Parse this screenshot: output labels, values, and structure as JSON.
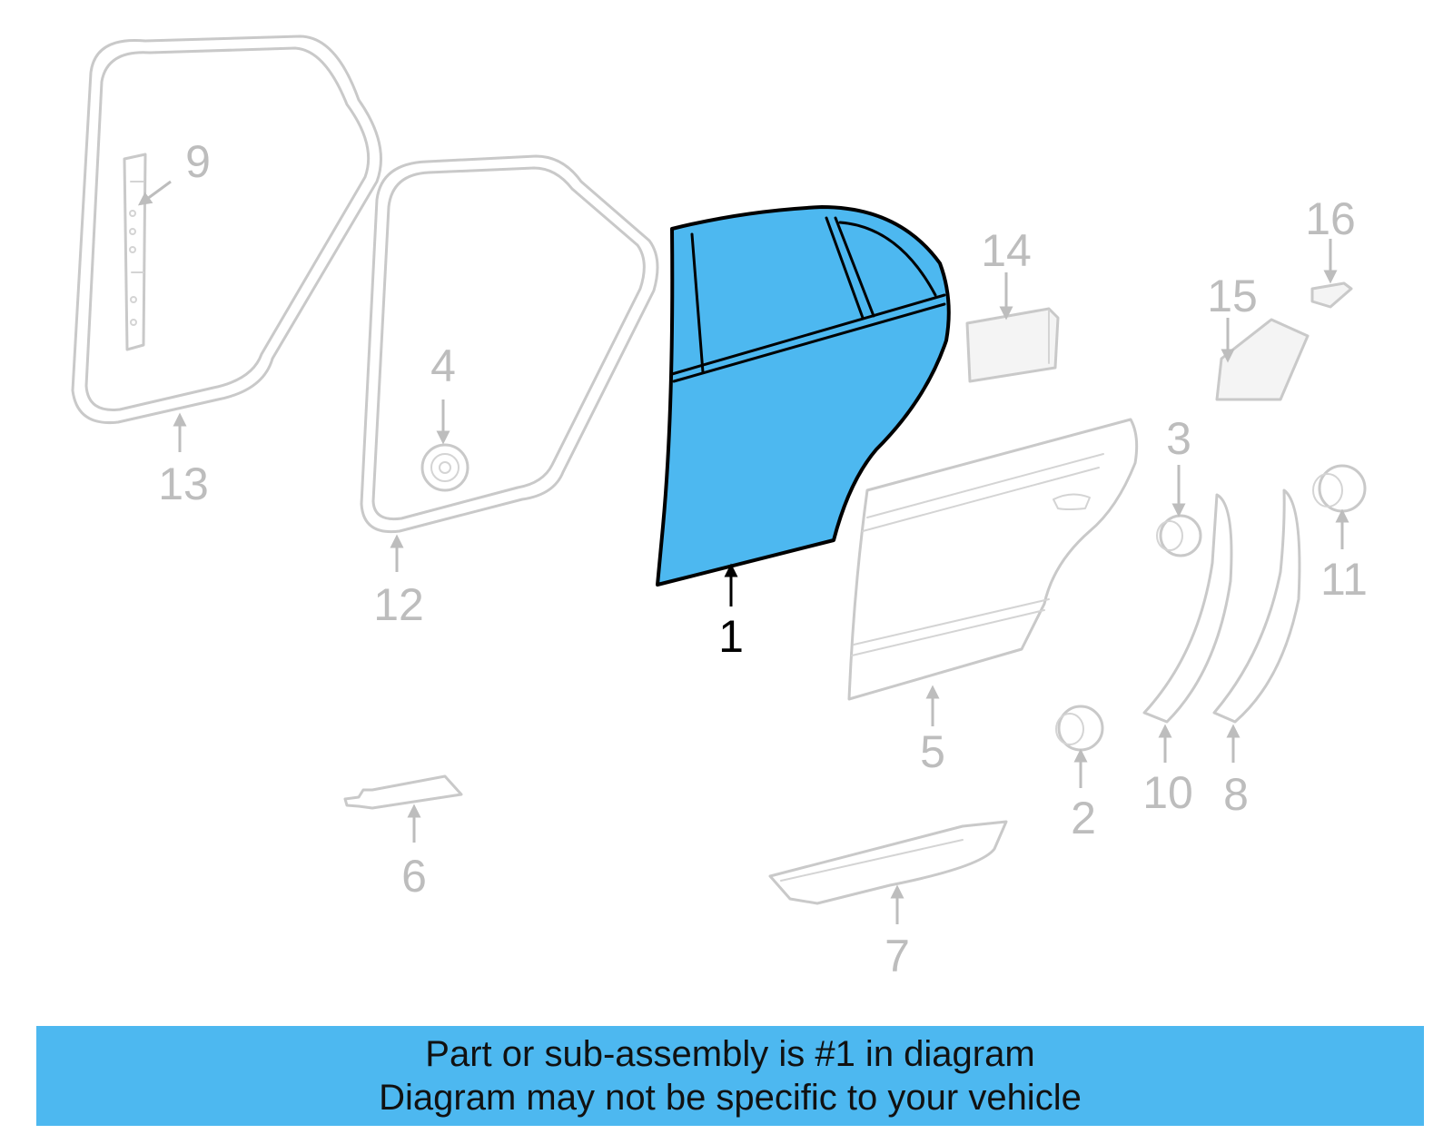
{
  "diagram": {
    "highlight_color": "#4db8f0",
    "faded_color": "#bdbdbd",
    "labels": {
      "p1": "1",
      "p2": "2",
      "p3": "3",
      "p4": "4",
      "p5": "5",
      "p6": "6",
      "p7": "7",
      "p8": "8",
      "p9": "9",
      "p10": "10",
      "p11": "11",
      "p12": "12",
      "p13": "13",
      "p14": "14",
      "p15": "15",
      "p16": "16"
    }
  },
  "banner": {
    "line1": "Part or sub-assembly is #1 in diagram",
    "line2": "Diagram may not be specific to your vehicle"
  }
}
